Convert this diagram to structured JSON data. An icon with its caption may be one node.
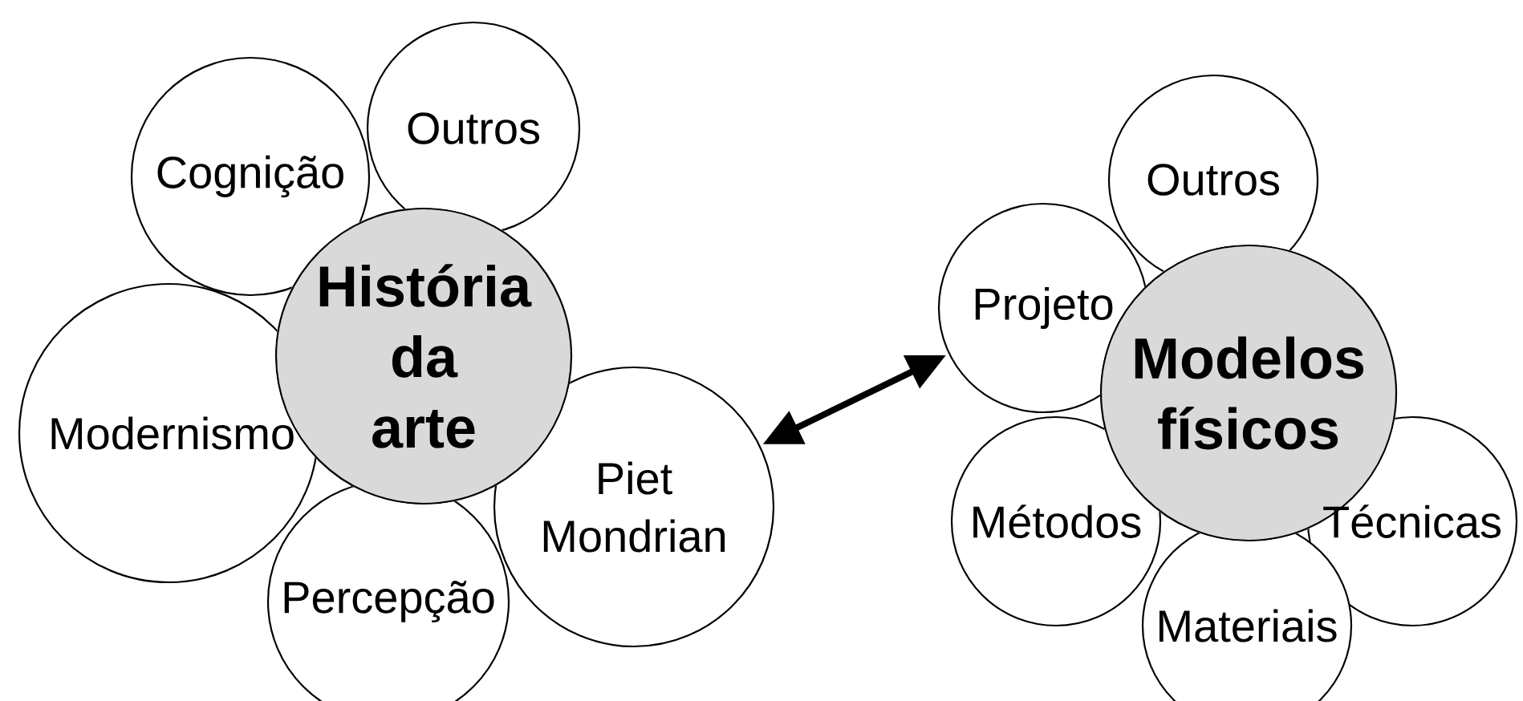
{
  "diagram": {
    "nodes": [
      {
        "text": [
          "Cognição"
        ]
      },
      {
        "text": [
          "Outros"
        ]
      },
      {
        "text": [
          "História da arte"
        ]
      },
      {
        "text": [
          "Modernismo"
        ]
      },
      {
        "text": [
          "Piet Mondrian"
        ]
      },
      {
        "text": [
          "Percepção"
        ]
      },
      {
        "text": [
          "Outros"
        ]
      },
      {
        "text": [
          "Projeto"
        ]
      },
      {
        "text": [
          "Modelos físicos"
        ]
      },
      {
        "text": [
          "Métodos"
        ]
      },
      {
        "text": [
          "Técnicas"
        ]
      },
      {
        "text": [
          "Materiais"
        ]
      }
    ],
    "edges": [
      {
        "from": 4,
        "to": 7,
        "arrow": "both"
      }
    ]
  }
}
